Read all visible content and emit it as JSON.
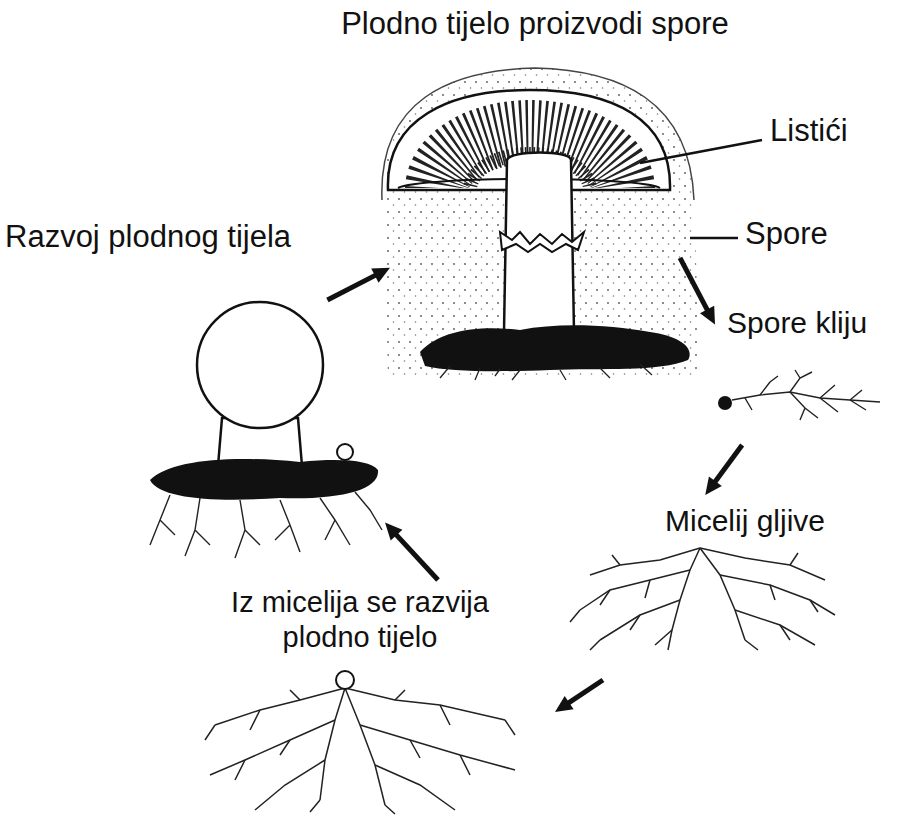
{
  "diagram": {
    "nodes": [
      {
        "text": [
          "Plodno tijelo proizvodi spore"
        ]
      },
      {
        "text": [
          "Spore kliju"
        ]
      },
      {
        "text": [
          "Micelij gljive"
        ]
      },
      {
        "text": [
          "Iz micelija se razvija plodno tijelo"
        ]
      },
      {
        "text": [
          "Razvoj plodnog tijela"
        ]
      }
    ],
    "edges": [
      {
        "from": 0,
        "to": 1,
        "arrow": "to"
      },
      {
        "from": 1,
        "to": 2,
        "arrow": "to"
      },
      {
        "from": 2,
        "to": 3,
        "arrow": "to"
      },
      {
        "from": 3,
        "to": 4,
        "arrow": "to"
      },
      {
        "from": 4,
        "to": 0,
        "arrow": "to"
      }
    ],
    "labels": [
      "Listići",
      "Spore"
    ]
  }
}
